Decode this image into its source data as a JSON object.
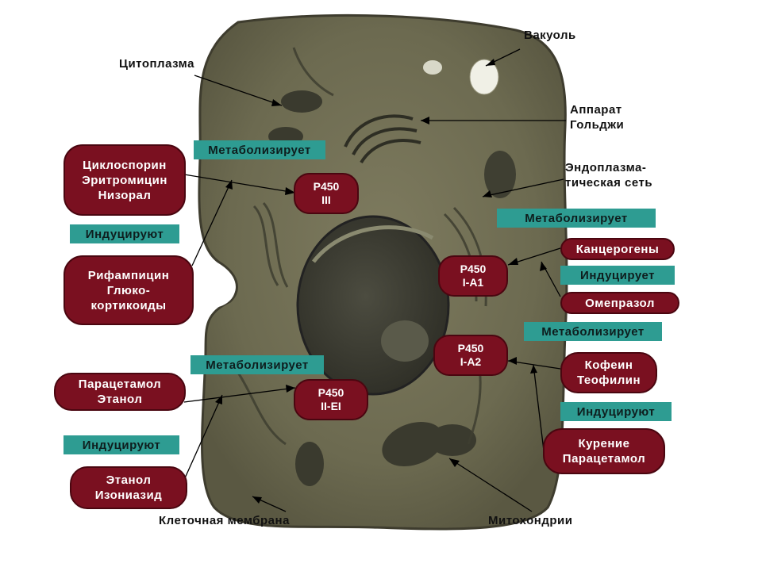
{
  "organelles": {
    "cytoplasm": "Цитоплазма",
    "vacuole": "Вакуоль",
    "golgi_1": "Аппарат",
    "golgi_2": "Гольджи",
    "er_1": "Эндоплазма-",
    "er_2": "тическая сеть",
    "membrane": "Клеточная мембрана",
    "mitochondria": "Митохондрии"
  },
  "enzymes": {
    "p450_iii": [
      "Р450",
      "III"
    ],
    "p450_ia1": [
      "Р450",
      "I-A1"
    ],
    "p450_ia2": [
      "Р450",
      "I-A2"
    ],
    "p450_iiei": [
      "Р450",
      "II-EI"
    ]
  },
  "drugs": {
    "left_top": [
      "Циклоспорин",
      "Эритромицин",
      "Низорал"
    ],
    "left_mid": [
      "Рифампицин",
      "Глюко-",
      "кортикоиды"
    ],
    "left_low": [
      "Парацетамол",
      "Этанол"
    ],
    "left_bottom": [
      "Этанол",
      "Изониазид"
    ],
    "right_carcinogens": "Канцерогены",
    "right_omeprazole": "Омепразол",
    "right_caffeine": [
      "Кофеин",
      "Теофилин"
    ],
    "right_smoking": [
      "Курение",
      "Парацетамол"
    ]
  },
  "actions": {
    "metab_1": "Метаболизирует",
    "metab_2": "Метаболизирует",
    "metab_3": "Метаболизирует",
    "metab_4": "Метаболизирует",
    "induce_1": "Индуцируют",
    "induce_2": "Индуцирует",
    "induce_3": "Индуцируют",
    "induce_4": "Индуцируют"
  },
  "colors": {
    "box_fill": "#7a1020",
    "action_fill": "#2e9c92",
    "cell_fill": "#6f6c52"
  }
}
